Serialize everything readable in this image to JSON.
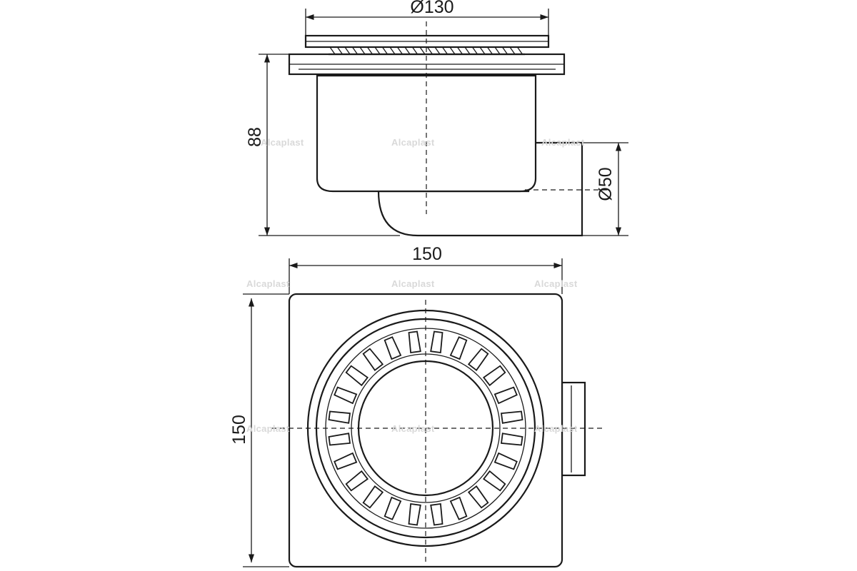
{
  "dimensions": {
    "grate_diameter": "Ø130",
    "height": "88",
    "outlet_diameter": "Ø50",
    "top_width": "150",
    "top_height": "150"
  },
  "watermark": "Alcaplast",
  "colors": {
    "line": "#1a1a1a",
    "watermark": "#d9d9d9",
    "background": "#ffffff"
  }
}
